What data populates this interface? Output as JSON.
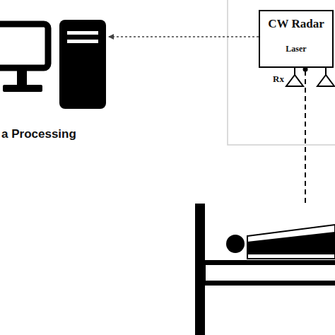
{
  "diagram": {
    "nodes": [
      {
        "text": [
          "a Processing"
        ]
      },
      {
        "text": [
          "CW Radar",
          "Laser"
        ]
      }
    ],
    "edges": [
      {
        "from": 1,
        "to": 0,
        "arrow": "to"
      }
    ],
    "labels": [
      "Rx"
    ]
  }
}
